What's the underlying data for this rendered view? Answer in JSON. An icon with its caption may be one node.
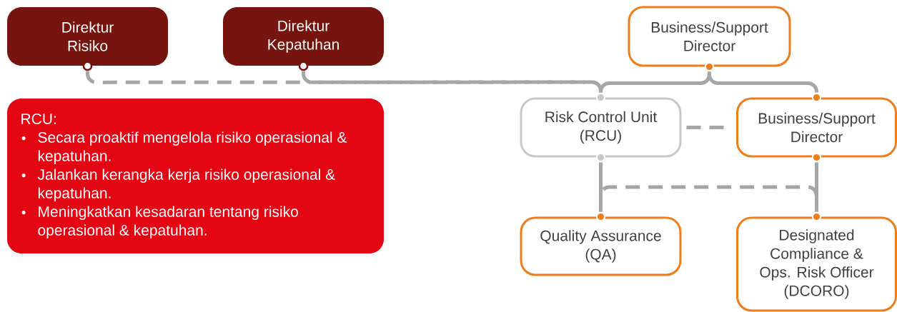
{
  "diagram": {
    "nodes": [
      {
        "text": [
          "Direktur Risiko"
        ]
      },
      {
        "text": [
          "Direktur Kepatuhan"
        ]
      },
      {
        "text": [
          "RCU:",
          "Secara proaktif mengelola risiko operasional & kepatuhan.",
          "Jalankan kerangka kerja risiko operasional & kepatuhan.",
          "Meningkatkan kesadaran tentang risiko operasional & kepatuhan."
        ]
      },
      {
        "text": [
          "Business/Support Director"
        ]
      },
      {
        "text": [
          "Risk Control Unit (RCU)"
        ]
      },
      {
        "text": [
          "Business/Support Director"
        ]
      },
      {
        "text": [
          "Quality Assurance (QA)"
        ]
      },
      {
        "text": [
          "Designated Compliance & Ops. Risk Officer (DCORO)"
        ]
      }
    ],
    "edges": [
      {
        "from": 0,
        "to": 4,
        "arrow": "none",
        "style": "dashed"
      },
      {
        "from": 1,
        "to": 4,
        "arrow": "none",
        "style": "dashed"
      },
      {
        "from": 6,
        "to": 7,
        "arrow": "none",
        "style": "dashed"
      },
      {
        "from": 4,
        "to": 5,
        "arrow": "none",
        "style": "dashed"
      },
      {
        "from": 3,
        "to": 4,
        "arrow": "none"
      },
      {
        "from": 3,
        "to": 5,
        "arrow": "none"
      },
      {
        "from": 4,
        "to": 6,
        "arrow": "none"
      },
      {
        "from": 5,
        "to": 7,
        "arrow": "none"
      }
    ]
  }
}
